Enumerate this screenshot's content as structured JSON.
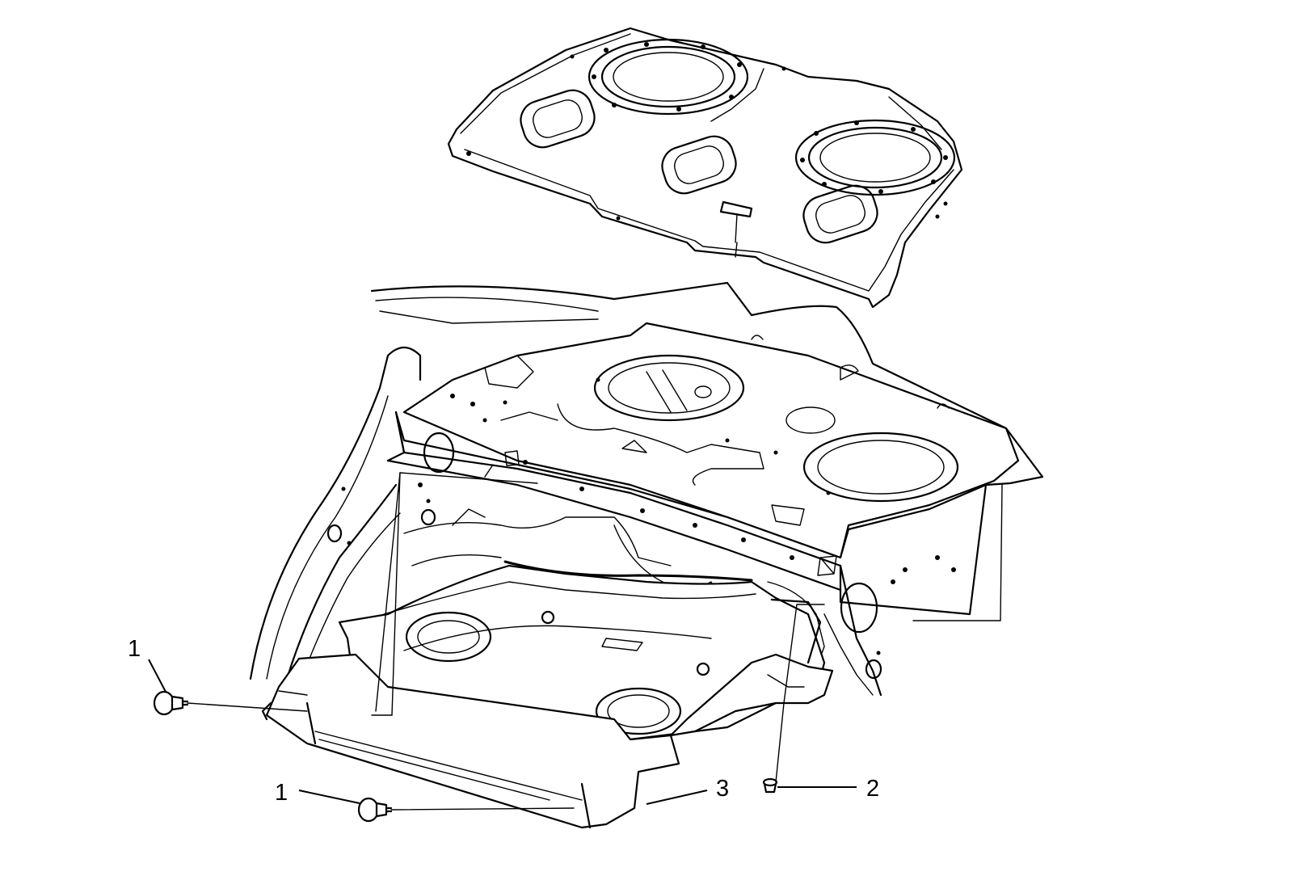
{
  "callouts": [
    {
      "id": "callout-1-upper",
      "text": "1"
    },
    {
      "id": "callout-1-lower",
      "text": "1"
    },
    {
      "id": "callout-2",
      "text": "2"
    },
    {
      "id": "callout-3",
      "text": "3"
    }
  ]
}
